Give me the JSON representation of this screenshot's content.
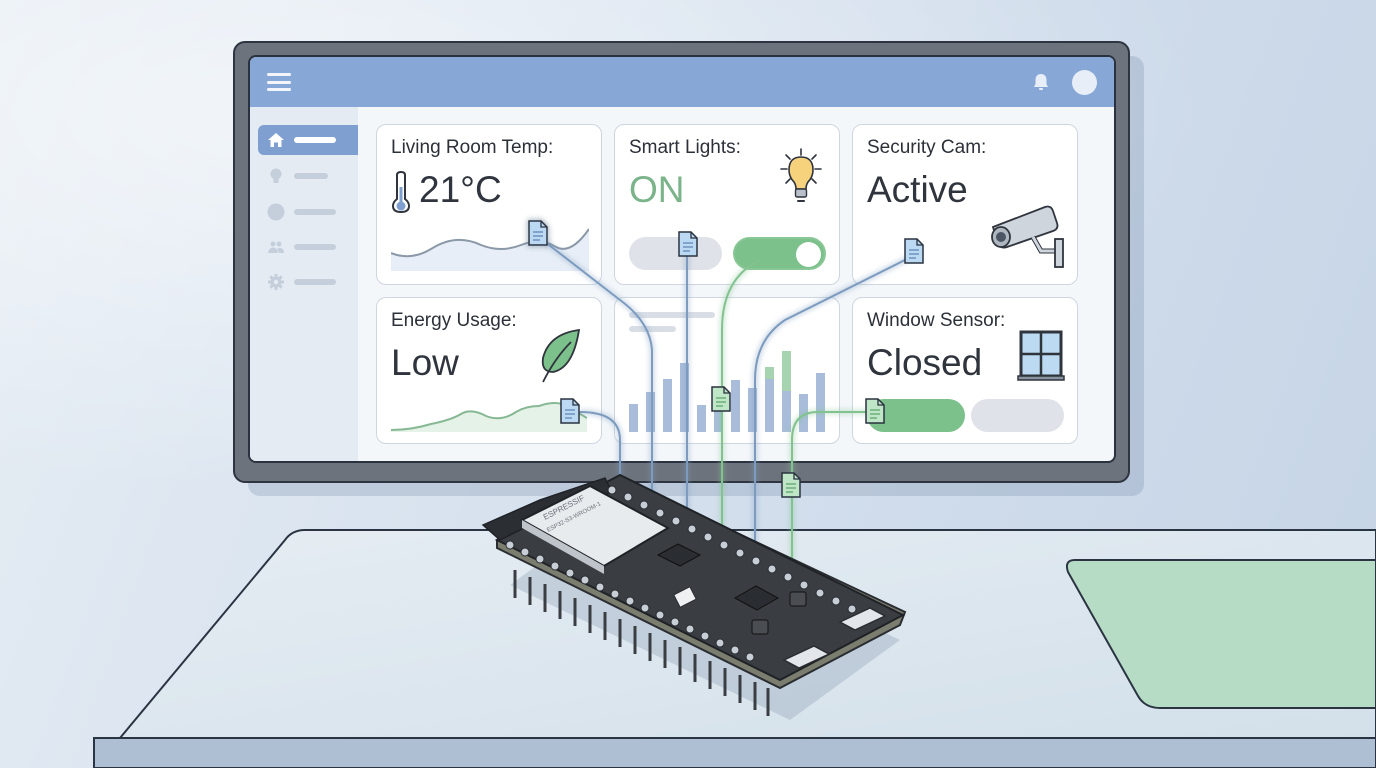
{
  "scene": {
    "description": "Smart home dashboard on monitor connected to ESP32 dev board",
    "colors": {
      "wall": "#d6e1ee",
      "desk": "#dfe8ef",
      "topbar": "#87a7d6",
      "accent_blue": "#7e9fd0",
      "accent_green": "#7cc08b",
      "mat_green": "#b6dcc6",
      "board": "#3a3d42"
    }
  },
  "topbar": {
    "menu_icon": "hamburger-icon",
    "notification_icon": "bell-icon",
    "profile_icon": "avatar-circle"
  },
  "sidebar": {
    "items": [
      {
        "icon": "home-icon",
        "active": true
      },
      {
        "icon": "lightbulb-icon",
        "active": false
      },
      {
        "icon": "circle-icon",
        "active": false
      },
      {
        "icon": "users-icon",
        "active": false
      },
      {
        "icon": "gear-icon",
        "active": false
      }
    ]
  },
  "cards": {
    "temp": {
      "label": "Living Room Temp:",
      "value": "21°C",
      "icon": "thermometer-icon"
    },
    "lights": {
      "label": "Smart Lights:",
      "value": "ON",
      "icon": "lightbulb-icon",
      "toggle_state": "on"
    },
    "camera": {
      "label": "Security Cam:",
      "value": "Active",
      "icon": "security-camera-icon"
    },
    "energy": {
      "label": "Energy Usage:",
      "value": "Low",
      "icon": "leaf-icon"
    },
    "chart": {
      "type": "bar-chart",
      "bars": 12
    },
    "window": {
      "label": "Window Sensor:",
      "value": "Closed",
      "icon": "window-icon"
    }
  },
  "board": {
    "module_brand": "ESPRESSIF",
    "module_model": "ESP32-S3-WROOM-1",
    "ports": [
      "usb-c-port",
      "usb-c-port"
    ],
    "buttons": [
      "boot-button",
      "reset-button"
    ]
  }
}
